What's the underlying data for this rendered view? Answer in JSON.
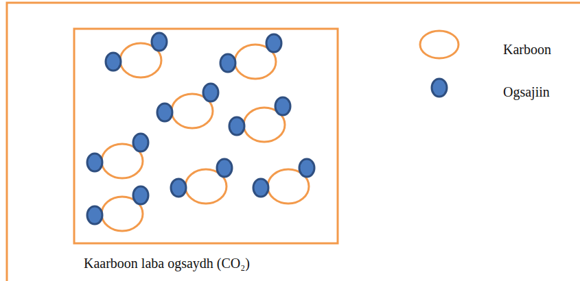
{
  "diagram": {
    "caption": "Kaarboon laba ogsaydh (CO₂)",
    "legend": [
      {
        "text": "Karboon"
      },
      {
        "text": "Ogsajiin",
        "color": "#4a7bc0"
      }
    ]
  }
}
